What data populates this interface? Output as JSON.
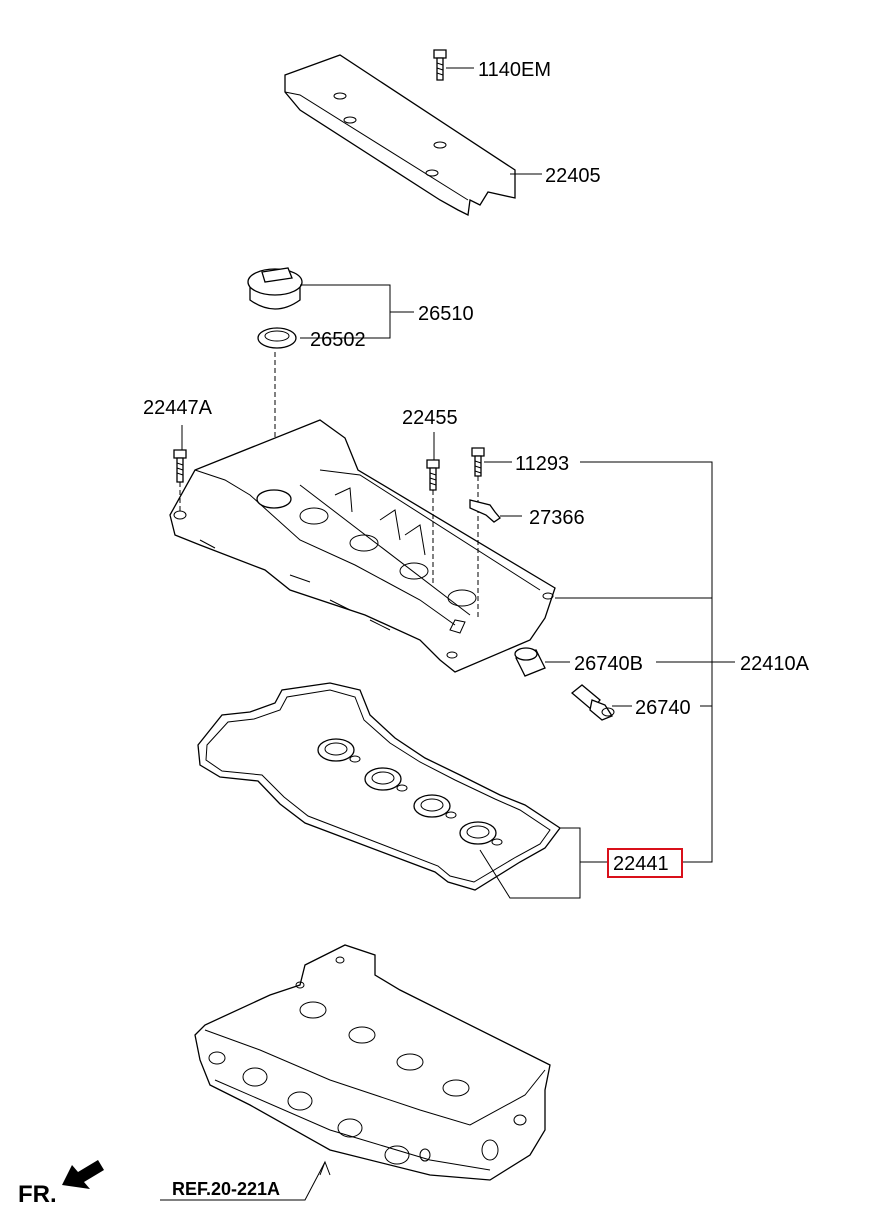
{
  "diagram": {
    "front_label": "FR.",
    "reference_label": "REF.20-221A",
    "parts": [
      {
        "number": "1140EM",
        "highlighted": false
      },
      {
        "number": "22405",
        "highlighted": false
      },
      {
        "number": "26510",
        "highlighted": false
      },
      {
        "number": "26502",
        "highlighted": false
      },
      {
        "number": "22447A",
        "highlighted": false
      },
      {
        "number": "22455",
        "highlighted": false
      },
      {
        "number": "11293",
        "highlighted": false
      },
      {
        "number": "27366",
        "highlighted": false
      },
      {
        "number": "26740B",
        "highlighted": false
      },
      {
        "number": "22410A",
        "highlighted": false
      },
      {
        "number": "26740",
        "highlighted": false
      },
      {
        "number": "22441",
        "highlighted": true
      }
    ],
    "colors": {
      "line": "#000000",
      "highlight_box": "#d9101a",
      "background": "#ffffff"
    }
  }
}
